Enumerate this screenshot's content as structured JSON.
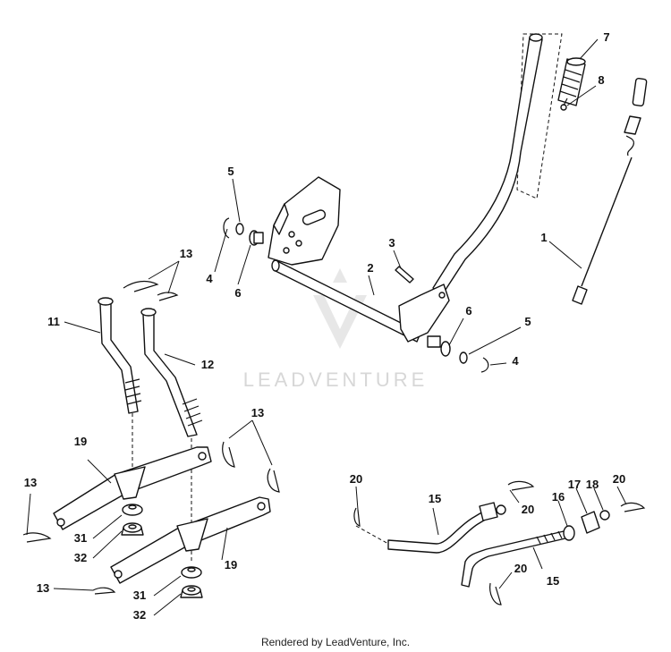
{
  "watermark": {
    "text": "LEADVENTURE"
  },
  "footer": {
    "text": "Rendered by LeadVenture, Inc."
  },
  "callouts": [
    "1",
    "2",
    "3",
    "4",
    "4",
    "5",
    "5",
    "6",
    "6",
    "7",
    "8",
    "11",
    "12",
    "13",
    "13",
    "13",
    "13",
    "15",
    "15",
    "16",
    "17",
    "18",
    "19",
    "19",
    "20",
    "20",
    "20",
    "20",
    "31",
    "31",
    "32",
    "32"
  ]
}
